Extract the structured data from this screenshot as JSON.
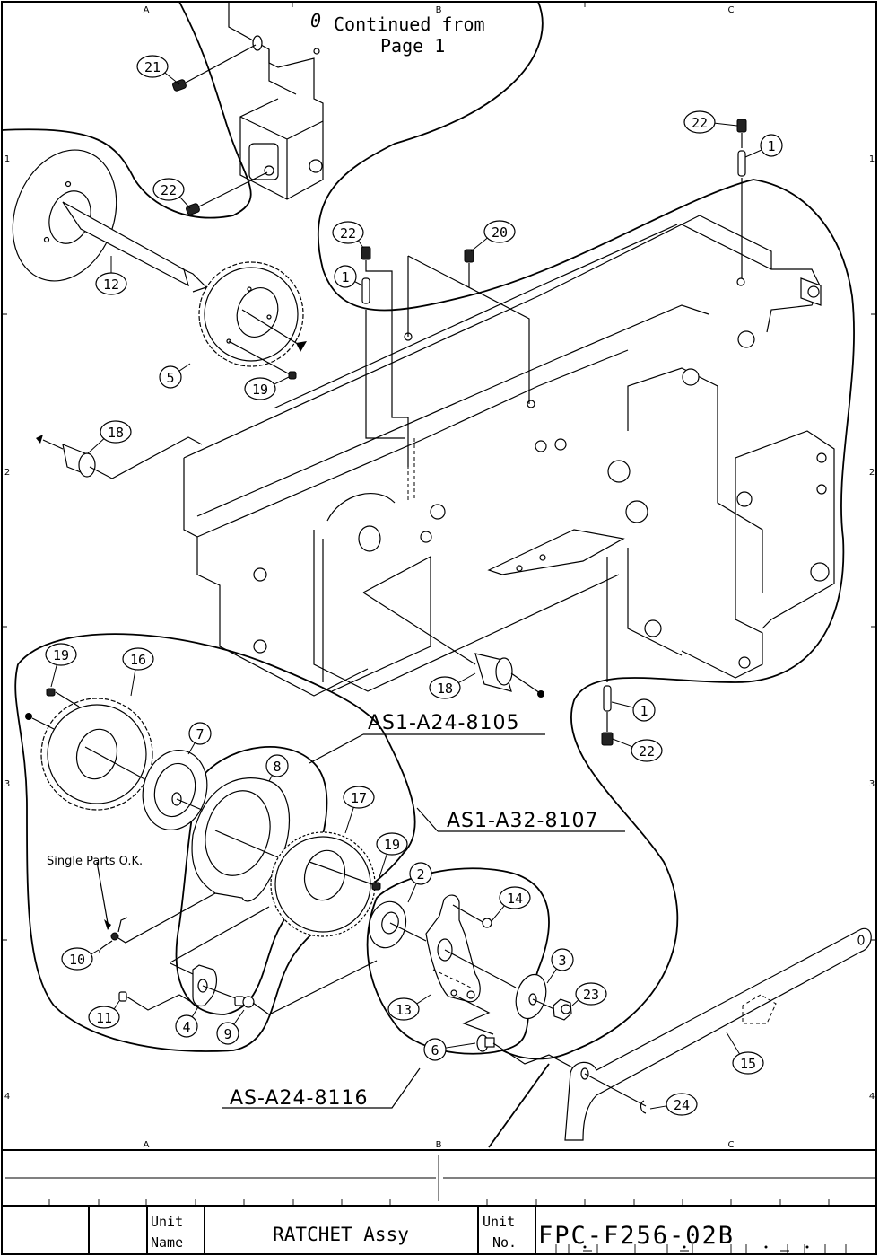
{
  "drawing": {
    "continued_note_line1": "Continued from",
    "continued_note_line2": "Page 1",
    "continued_note_mark": "0",
    "single_parts_note": "Single Parts O.K."
  },
  "grid": {
    "columns": [
      "A",
      "B",
      "C"
    ],
    "rows": [
      "1",
      "2",
      "3",
      "4"
    ]
  },
  "assemblies": [
    {
      "id": "AS1-A24-8105"
    },
    {
      "id": "AS1-A32-8107"
    },
    {
      "id": "AS-A24-8116"
    }
  ],
  "balloons": {
    "b21": "21",
    "b22a": "22",
    "b22b": "22",
    "b22c": "22",
    "b22d": "22",
    "b1a": "1",
    "b1b": "1",
    "b1c": "1",
    "b20": "20",
    "b12": "12",
    "b5": "5",
    "b19a": "19",
    "b19b": "19",
    "b19c": "19",
    "b18a": "18",
    "b18b": "18",
    "b16": "16",
    "b7": "7",
    "b8": "8",
    "b17": "17",
    "b2": "2",
    "b14": "14",
    "b3": "3",
    "b23": "23",
    "b13": "13",
    "b6": "6",
    "b10": "10",
    "b11": "11",
    "b4": "4",
    "b9": "9",
    "b15": "15",
    "b24": "24"
  },
  "title_block": {
    "unit_name_label_1": "Unit",
    "unit_name_label_2": "Name",
    "unit_name": "RATCHET Assy",
    "unit_no_label_1": "Unit",
    "unit_no_label_2": "No.",
    "unit_no": "FPC-F256-02B"
  }
}
